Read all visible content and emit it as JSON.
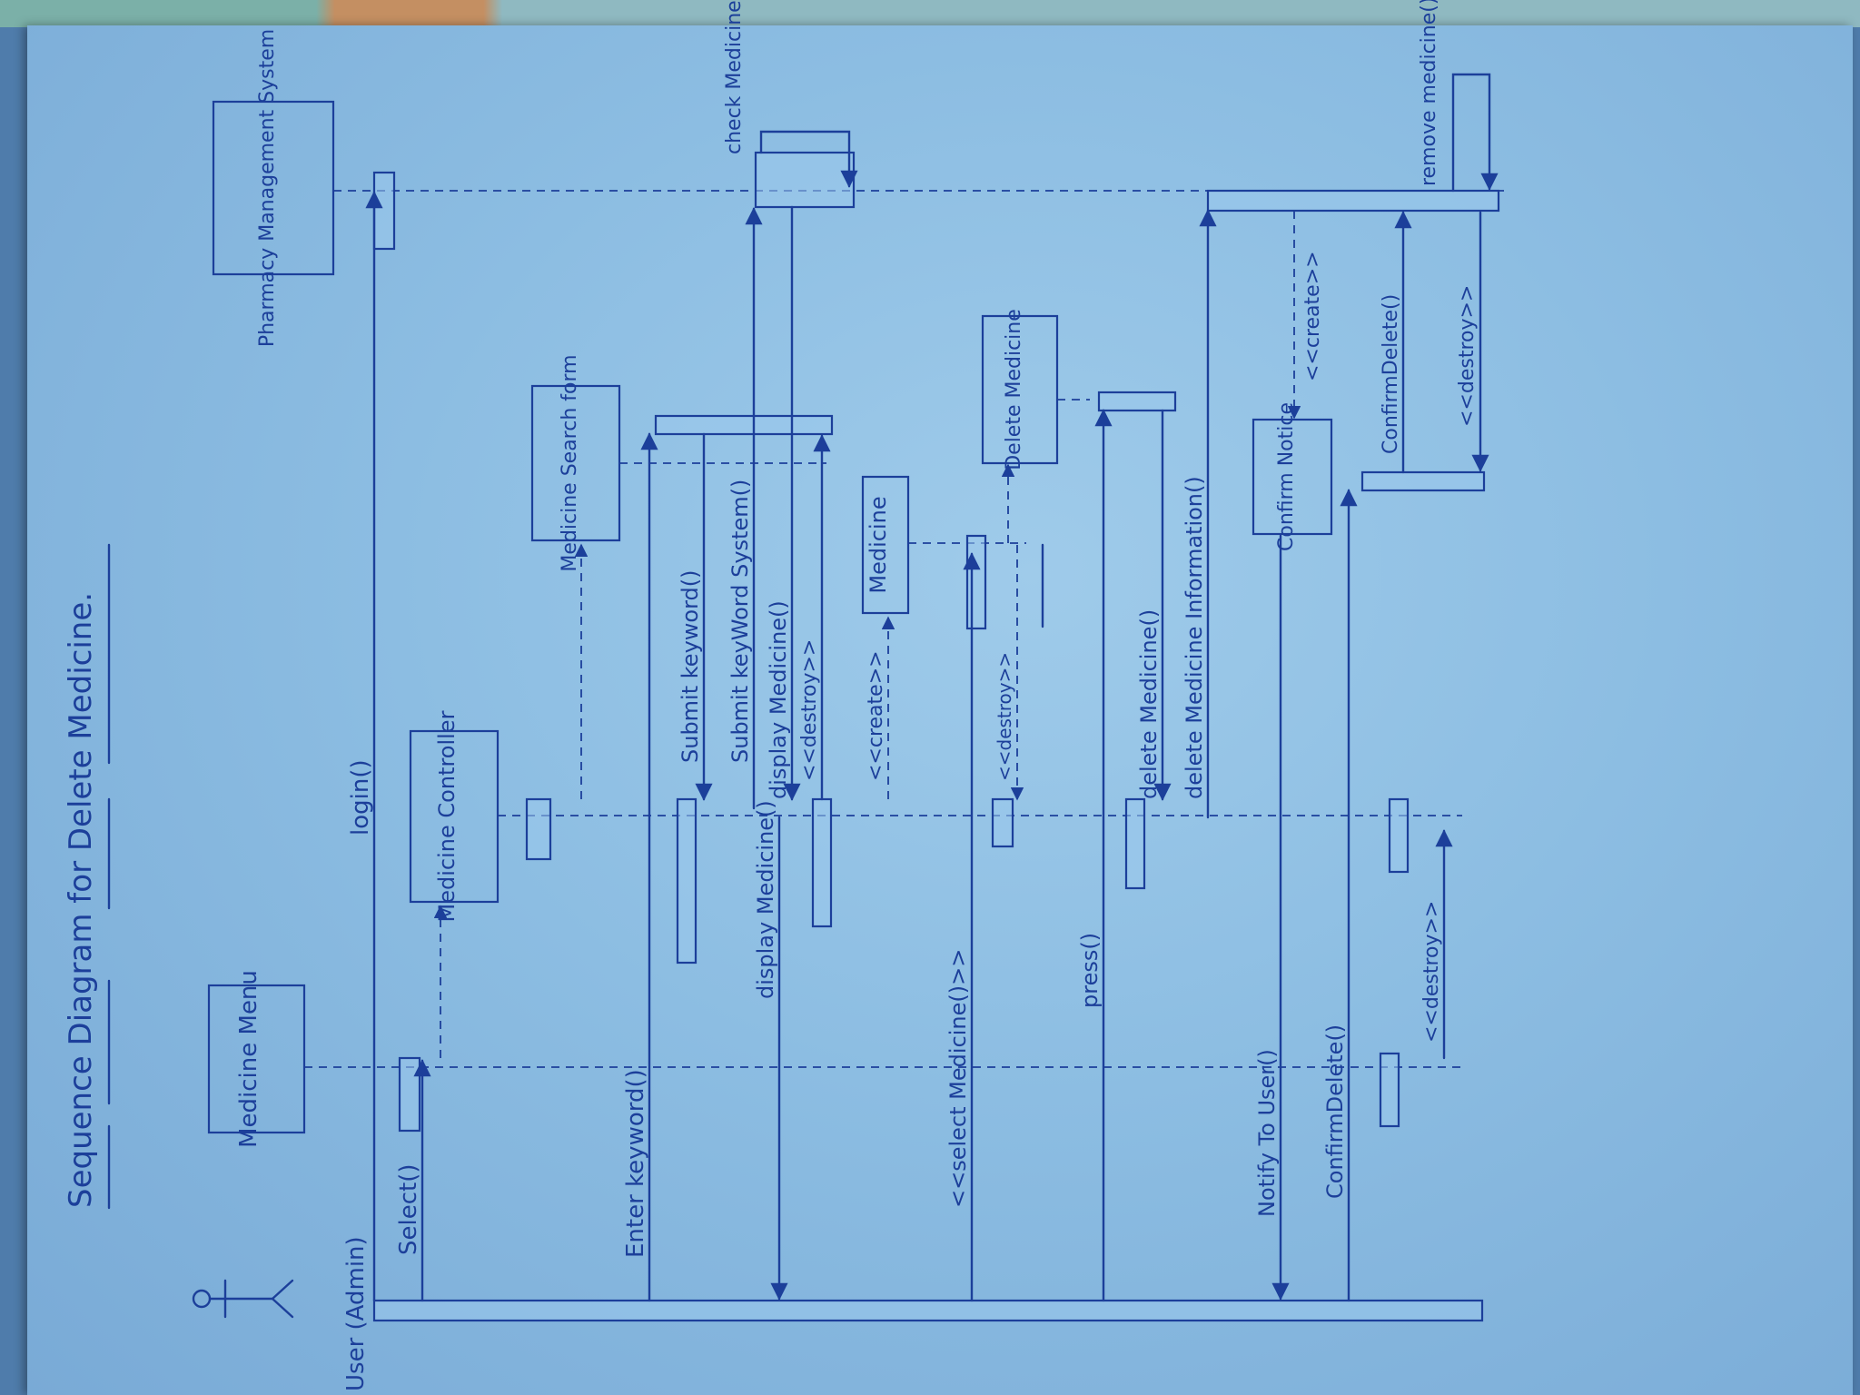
{
  "title": "Sequence Diagram for Delete Medicine.",
  "lifelines": {
    "user": "User (Admin)",
    "menu": "Medicine Menu",
    "controller": "Medicine Controller",
    "search": "Medicine Search form",
    "medicine": "Medicine",
    "delete": "Delete Medicine",
    "confirm": "Confirm Notice",
    "pms": "Pharmacy Management System"
  },
  "messages": {
    "login": "login()",
    "select": "Select()",
    "enter_keyword": "Enter keyword()",
    "submit_keyword": "Submit keyword()",
    "submit_keyword_system": "Submit keyWord System()",
    "display_medicine_1": "display Medicine()",
    "display_medicine_2": "display Medicine()",
    "destroy_search": "<<destroy>>",
    "create_medicine": "<<create>>",
    "select_medicine": "<<select Medicine()>>",
    "destroy_medicine": "<<destroy>>",
    "press": "press()",
    "delete_medicine": "delete Medicine()",
    "delete_info": "delete Medicine Information()",
    "check_medicine": "check Medicine()",
    "remove_medicine": "remove medicine()",
    "create_confirm": "<<create>>",
    "confirm_delete_sys": "ConfirmDelete()",
    "destroy_confirm": "<<destroy>>",
    "notify_user": "Notify To User()",
    "confirm_delete_user": "ConfirmDelete()",
    "destroy_menu": "<<destroy>>"
  }
}
